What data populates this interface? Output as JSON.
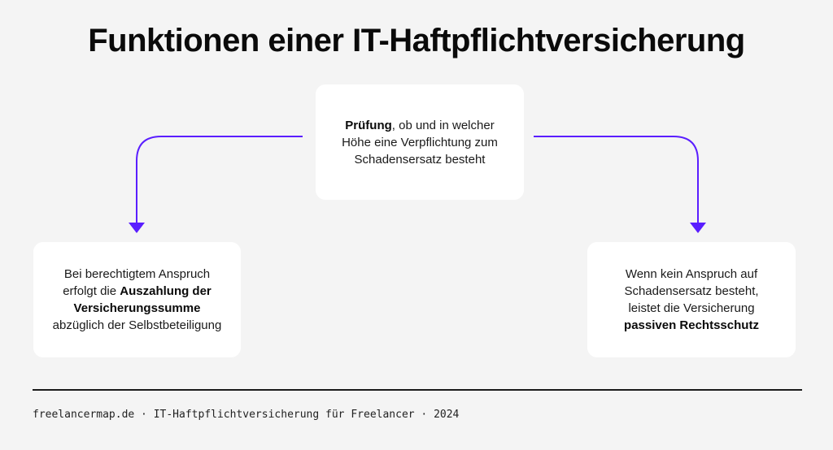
{
  "title": "Funktionen einer IT-Haftpflichtversicherung",
  "colors": {
    "background": "#f4f4f4",
    "card": "#ffffff",
    "accent": "#5a1eff",
    "text": "#111111"
  },
  "cards": {
    "top": {
      "bold_lead": "Prüfung",
      "line1_rest": ", ob und in welcher",
      "line2": "Höhe eine Verpflichtung zum",
      "line3": "Schadensersatz besteht"
    },
    "left": {
      "line1": "Bei berechtigtem Anspruch",
      "line2_prefix": "erfolgt die ",
      "line2_bold": "Auszahlung der",
      "line3_bold": "Versicherungssumme",
      "line4": "abzüglich der Selbstbeteiligung"
    },
    "right": {
      "line1": "Wenn kein Anspruch auf",
      "line2": "Schadensersatz besteht,",
      "line3": "leistet die Versicherung",
      "line4_bold": "passiven Rechtsschutz"
    }
  },
  "arrows": [
    {
      "from": "top",
      "to": "left",
      "icon": "arrow-down-left-icon"
    },
    {
      "from": "top",
      "to": "right",
      "icon": "arrow-down-right-icon"
    }
  ],
  "footer": {
    "text": "freelancermap.de · IT-Haftpflichtversicherung für Freelancer · 2024"
  }
}
